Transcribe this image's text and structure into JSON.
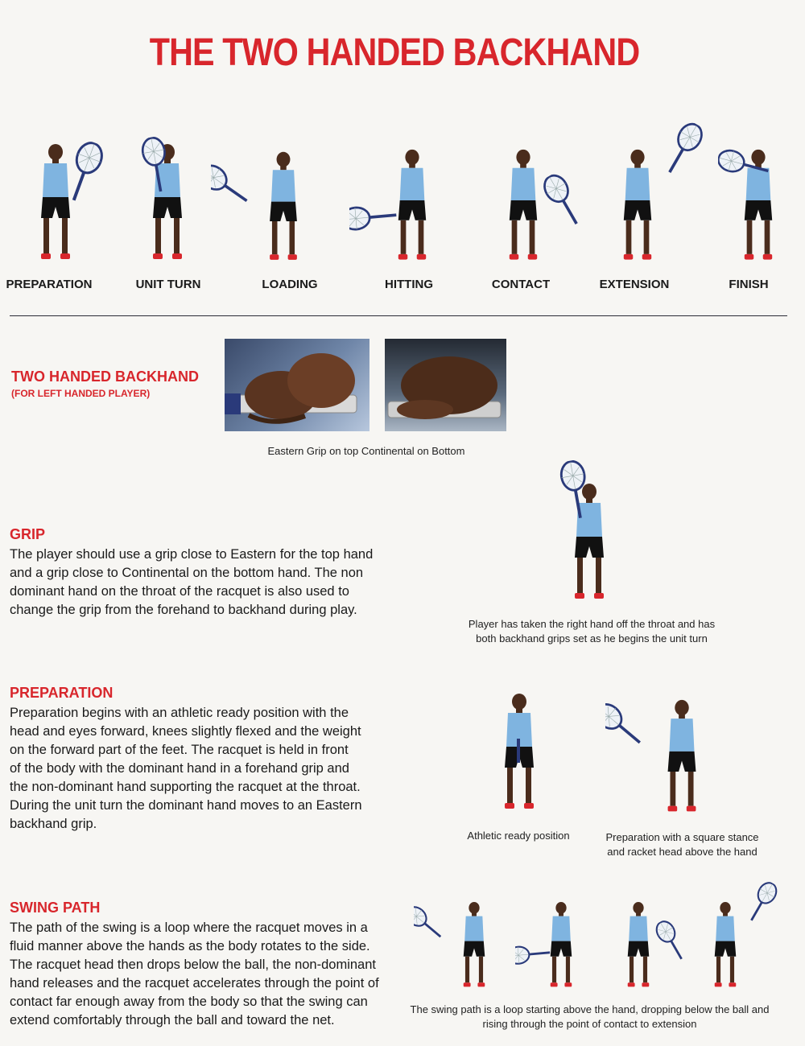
{
  "title": "THE TWO HANDED BACKHAND",
  "stages": [
    {
      "label": "PREPARATION"
    },
    {
      "label": "UNIT TURN"
    },
    {
      "label": "LOADING"
    },
    {
      "label": "HITTING"
    },
    {
      "label": "CONTACT"
    },
    {
      "label": "EXTENSION"
    },
    {
      "label": "FINISH"
    }
  ],
  "grip_section": {
    "heading": "TWO HANDED BACKHAND",
    "subheading": "(FOR LEFT HANDED PLAYER)",
    "photo_caption": "Eastern Grip on top Continental on Bottom"
  },
  "grip": {
    "heading": "GRIP",
    "lines": [
      "The player should use a grip close to Eastern for the top hand",
      "and a grip close to Continental on the bottom hand. The non",
      "dominant hand on the throat of the racquet is also used to",
      "change the grip from the forehand to backhand during play."
    ],
    "caption_lines": [
      "Player has taken the right hand off the throat and has",
      "both backhand grips set as he begins the unit turn"
    ]
  },
  "preparation": {
    "heading": "PREPARATION",
    "lines": [
      "Preparation begins with an athletic ready position with the",
      "head and eyes forward, knees slightly flexed and the weight",
      "on the forward part of the feet. The racquet is held in front",
      "of the body with the dominant hand in a forehand grip and",
      "the non-dominant hand supporting the racquet at the throat.",
      "During the unit turn the dominant hand moves to an Eastern",
      "backhand grip."
    ],
    "caption_left": "Athletic ready position",
    "caption_right_lines": [
      "Preparation with a square stance",
      "and racket head above the hand"
    ]
  },
  "swing_path": {
    "heading": "SWING PATH",
    "lines": [
      "The path of the swing is a loop where the racquet moves in a",
      "fluid manner above the hands as the body rotates to the side.",
      "The racquet head then drops below the ball, the non-dominant",
      "hand releases and the racquet accelerates through the point of",
      "contact far enough away from the body so that the swing can",
      "extend comfortably through the ball and toward the net."
    ],
    "caption_lines": [
      "The swing path is a loop starting above the hand, dropping below the ball and",
      "rising through the point of contact to extension"
    ]
  },
  "colors": {
    "accent": "#d8262c",
    "shirt": "#7fb4e0",
    "shorts": "#111111",
    "skin": "#4a2c1c",
    "shoes": "#d8262c"
  }
}
